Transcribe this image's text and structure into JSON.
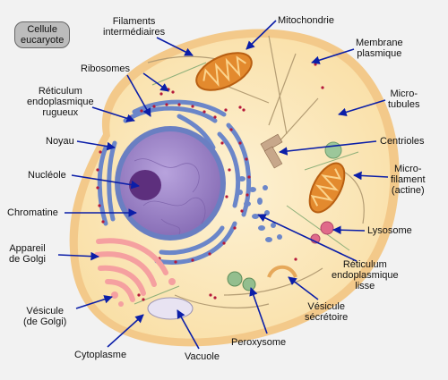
{
  "title": "Cellule\neucaryote",
  "labels": {
    "filaments": "Filaments\nintermédiaires",
    "mitochondrie": "Mitochondrie",
    "membrane": "Membrane\nplasmique",
    "ribosomes": "Ribosomes",
    "reticulum_rugueux": "Réticulum\nendoplasmique\nrugueux",
    "microtubules": "Micro-\ntubules",
    "noyau": "Noyau",
    "centrioles": "Centrioles",
    "nucleole": "Nucléole",
    "microfilament": "Micro-\nfilament\n(actine)",
    "chromatine": "Chromatine",
    "lysosome": "Lysosome",
    "golgi": "Appareil\nde Golgi",
    "reticulum_lisse": "Réticulum\nendoplasmique\nlisse",
    "vesicule_golgi": "Vésicule\n(de Golgi)",
    "vesicule_secretoire": "Vésicule\nsécrétoire",
    "peroxysome": "Peroxysome",
    "cytoplasme": "Cytoplasme",
    "vacuole": "Vacuole"
  },
  "colors": {
    "arrow": "#0b1ea8",
    "cytoplasm": "#fbe7b6",
    "membrane": "#f0c27a",
    "nucleus": "#9a82c2",
    "nucleolus": "#6d3f8e",
    "er": "#5f7fc6",
    "ribosome": "#b5183a",
    "mitochondria": "#e38a2e",
    "golgi": "#f5a0a0",
    "lysosome": "#e06a8a",
    "peroxysome": "#7fae7a"
  }
}
